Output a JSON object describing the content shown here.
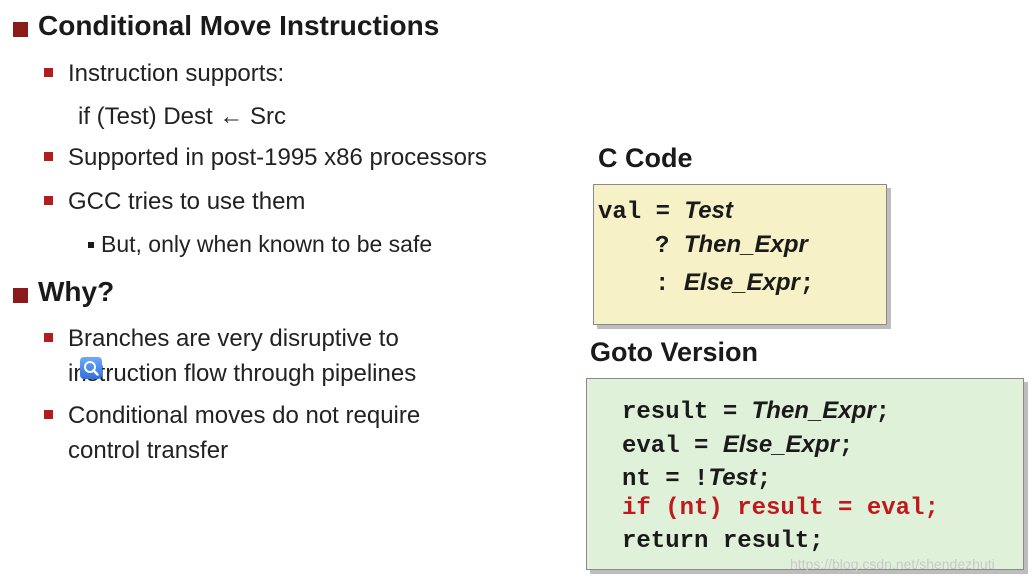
{
  "heading1": "Conditional Move Instructions",
  "b_instr": "Instruction supports:",
  "b_instr_line2": "if (Test) Dest ← Src",
  "b_supported": "Supported in post-1995 x86 processors",
  "b_gcc": "GCC tries to use them",
  "b_gcc_sub": "But, only when known to be safe",
  "heading2": "Why?",
  "b_branches_1": "Branches are very disruptive to",
  "b_branches_2": "instruction flow through pipelines",
  "b_cmov_1": "Conditional moves do not require",
  "b_cmov_2": "control transfer",
  "c_title": "C Code",
  "c_code": {
    "l1_kw": "val = ",
    "l1_it": "Test",
    "l2_kw": "? ",
    "l2_it": "Then_Expr",
    "l3_kw": ": ",
    "l3_it": "Else_Expr",
    "l3_end": ";"
  },
  "g_title": "Goto Version",
  "g_code": {
    "l1_kw": "result = ",
    "l1_it": "Then_Expr",
    "l1_end": ";",
    "l2_kw": "eval = ",
    "l2_it": "Else_Expr",
    "l2_end": ";",
    "l3_kw": "nt = !",
    "l3_it": "Test",
    "l3_end": ";",
    "l4": "if (nt) result = eval;",
    "l5": "return result;"
  },
  "watermark": "https://blog.csdn.net/shendezhuti"
}
